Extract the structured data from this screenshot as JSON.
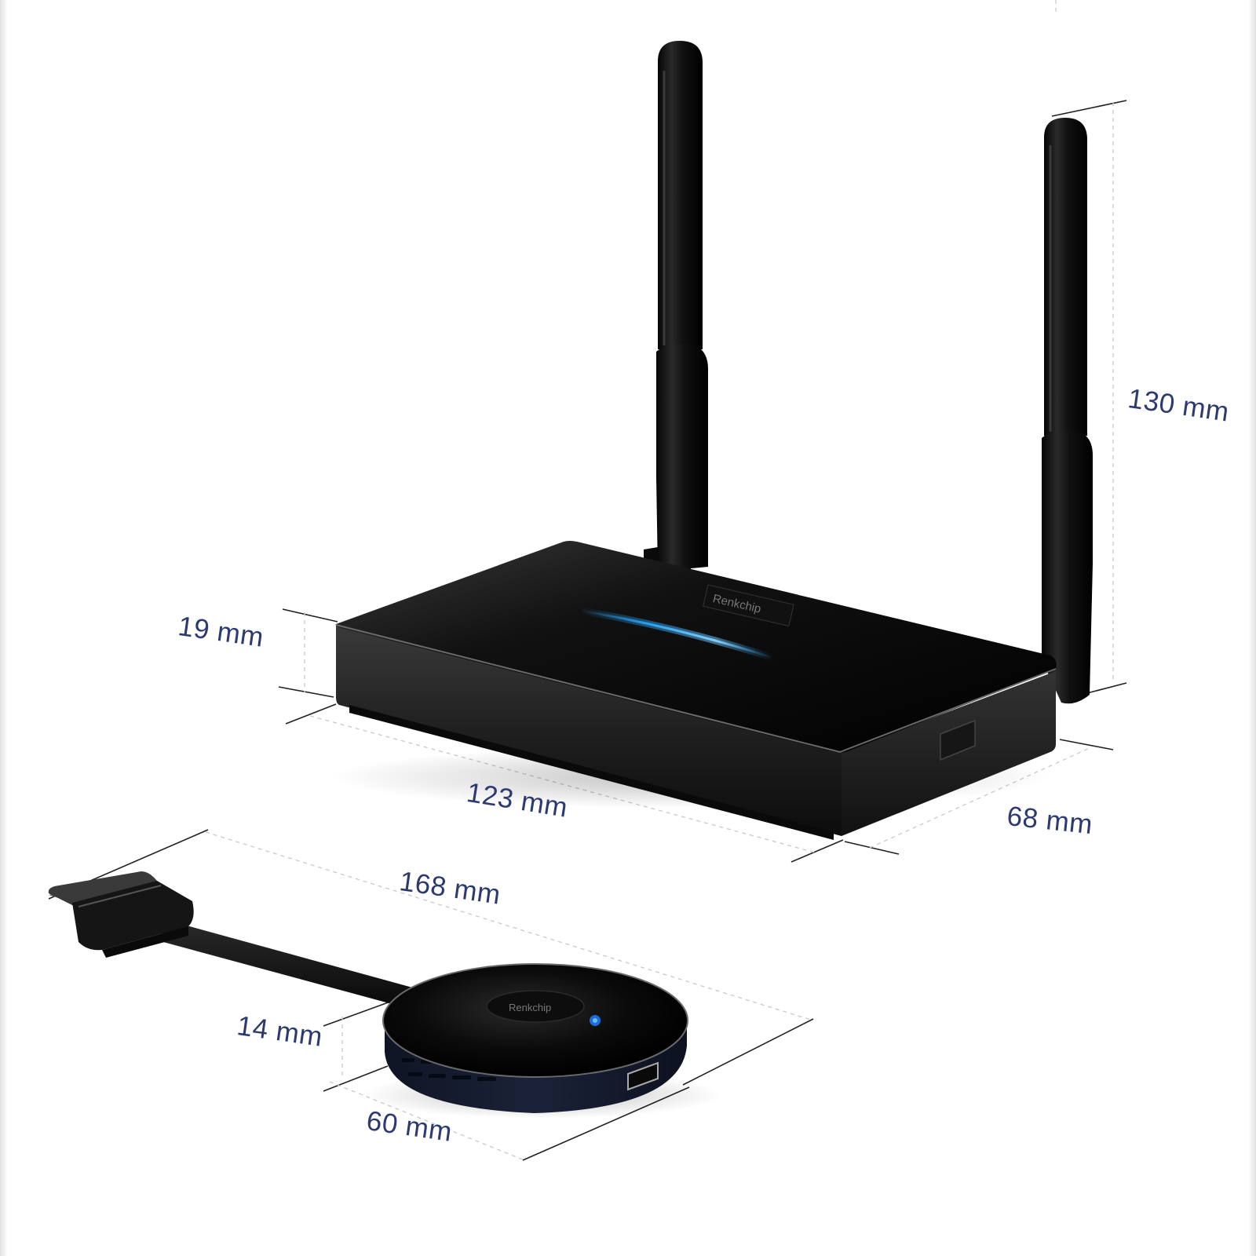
{
  "product": {
    "receiver_brand": "Renkchip",
    "transmitter_brand": "Renkchip"
  },
  "dimensions": {
    "antenna_height": "130 mm",
    "receiver_height": "19 mm",
    "receiver_length": "123 mm",
    "receiver_depth": "68 mm",
    "dongle_cable_length": "168 mm",
    "dongle_height": "14 mm",
    "dongle_diameter": "60 mm"
  },
  "colors": {
    "label": "#2d3a72",
    "device_body": "#111111",
    "indicator_light": "#2aa8ff",
    "dongle_band": "#1b2238"
  },
  "icons": {
    "dimension_lines": "dimension-line-icon",
    "status_light": "status-light-icon"
  }
}
